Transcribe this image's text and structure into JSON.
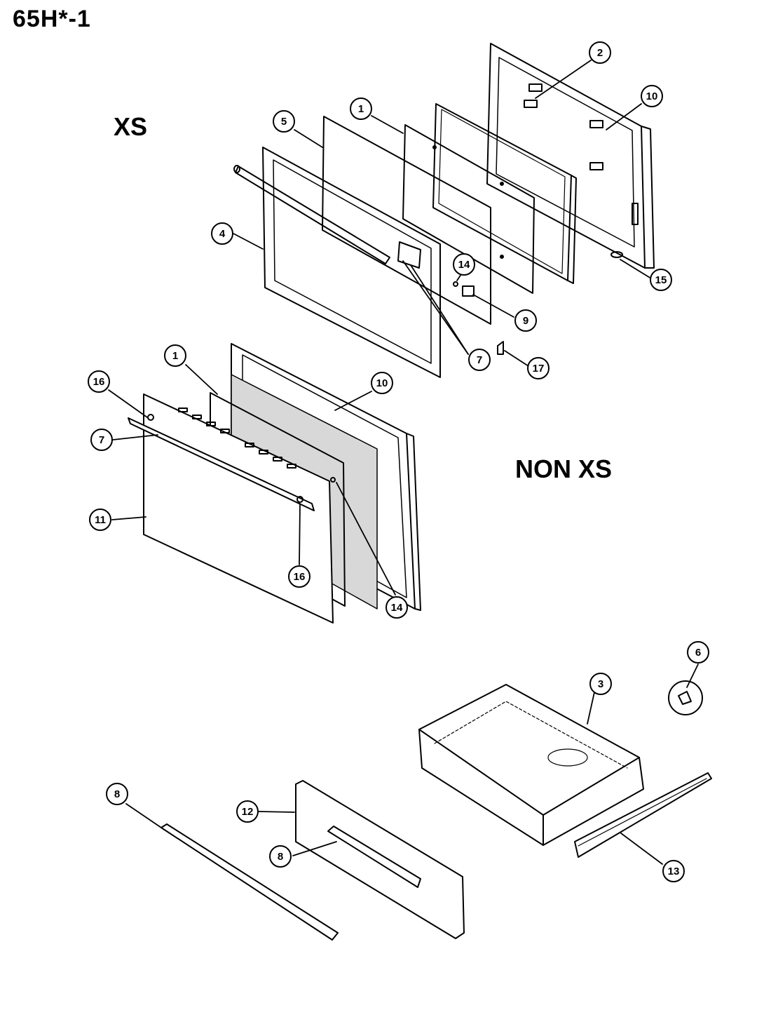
{
  "page": {
    "title": "65H*-1"
  },
  "sections": {
    "xs": "XS",
    "non_xs": "NON XS"
  },
  "callouts": [
    {
      "id": "c2",
      "label": "2"
    },
    {
      "id": "c10a",
      "label": "10"
    },
    {
      "id": "c1a",
      "label": "1"
    },
    {
      "id": "c5",
      "label": "5"
    },
    {
      "id": "c4",
      "label": "4"
    },
    {
      "id": "c14a",
      "label": "14"
    },
    {
      "id": "c15",
      "label": "15"
    },
    {
      "id": "c9",
      "label": "9"
    },
    {
      "id": "c7a",
      "label": "7"
    },
    {
      "id": "c17",
      "label": "17"
    },
    {
      "id": "c1b",
      "label": "1"
    },
    {
      "id": "c16a",
      "label": "16"
    },
    {
      "id": "c10b",
      "label": "10"
    },
    {
      "id": "c7b",
      "label": "7"
    },
    {
      "id": "c11",
      "label": "11"
    },
    {
      "id": "c16b",
      "label": "16"
    },
    {
      "id": "c14b",
      "label": "14"
    },
    {
      "id": "c6",
      "label": "6"
    },
    {
      "id": "c3",
      "label": "3"
    },
    {
      "id": "c8a",
      "label": "8"
    },
    {
      "id": "c12",
      "label": "12"
    },
    {
      "id": "c8b",
      "label": "8"
    },
    {
      "id": "c13",
      "label": "13"
    }
  ]
}
